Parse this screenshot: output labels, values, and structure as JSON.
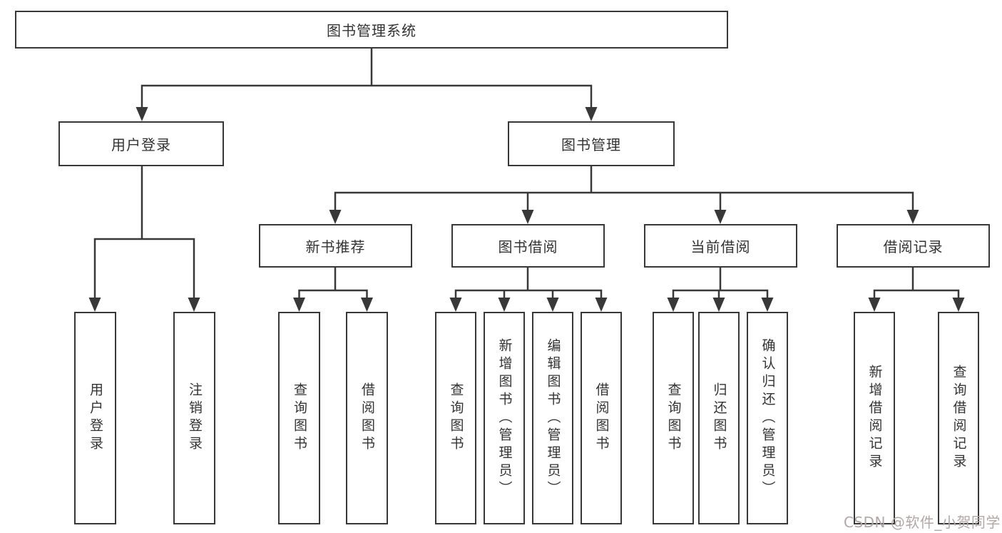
{
  "diagram": {
    "root": {
      "label": "图书管理系统"
    },
    "level1": [
      {
        "label": "用户登录"
      },
      {
        "label": "图书管理"
      }
    ],
    "level2": [
      {
        "label": "新书推荐"
      },
      {
        "label": "图书借阅"
      },
      {
        "label": "当前借阅"
      },
      {
        "label": "借阅记录"
      }
    ],
    "leaves": {
      "user_login": [
        "用户登录",
        "注销登录"
      ],
      "new_book_recommend": [
        "查询图书",
        "借阅图书"
      ],
      "book_borrow": [
        "查询图书",
        "新增图书（管理员）",
        "编辑图书（管理员）",
        "借阅图书"
      ],
      "current_borrow": [
        "查询图书",
        "归还图书",
        "确认归还（管理员）"
      ],
      "borrow_records": [
        "新增借阅记录",
        "查询借阅记录"
      ]
    },
    "colors": {
      "line": "#383838",
      "text": "#333333",
      "box_background": "#ffffff",
      "watermark": "#b3a7a7"
    }
  },
  "watermark": {
    "text": "CSDN @软件_小贺同学"
  }
}
